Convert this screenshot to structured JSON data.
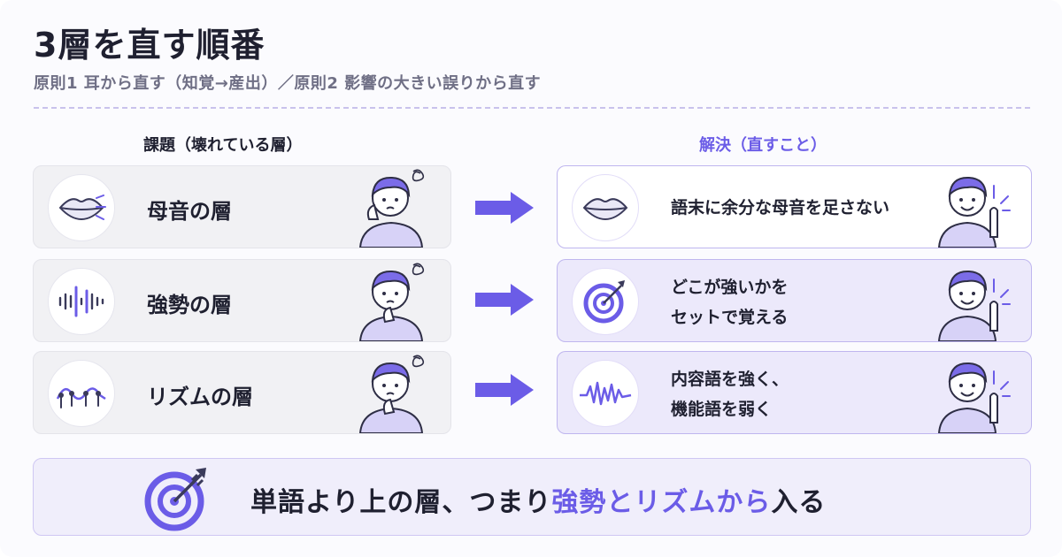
{
  "header": {
    "title": "3層を直す順番",
    "subtitle": "原則1 耳から直す（知覚→産出）／原則2 影響の大きい誤りから直す"
  },
  "columns": {
    "problem": "課題（壊れている層）",
    "solution": "解決（直すこと）"
  },
  "rows": [
    {
      "layer": "母音の層",
      "layer_icon": "lips-icon",
      "solution_lines": [
        "語末に余分な母音を足さない"
      ],
      "solution_icon": "lips-icon"
    },
    {
      "layer": "強勢の層",
      "layer_icon": "sound-wave-icon",
      "solution_lines": [
        "どこが強いかを",
        "セットで覚える"
      ],
      "solution_icon": "target-icon"
    },
    {
      "layer": "リズムの層",
      "layer_icon": "rhythm-wave-icon",
      "solution_lines": [
        "内容語を強く、",
        "機能語を弱く"
      ],
      "solution_icon": "zigzag-wave-icon"
    }
  ],
  "conclusion": {
    "before": "単語より上の層、つまり",
    "highlight": "強勢とリズムから",
    "after": "入る",
    "icon": "target-icon"
  },
  "colors": {
    "accent": "#6b5ce7",
    "accent_light": "#ece9fb",
    "problem_bg": "#f1f1f4",
    "text": "#1f2030"
  }
}
